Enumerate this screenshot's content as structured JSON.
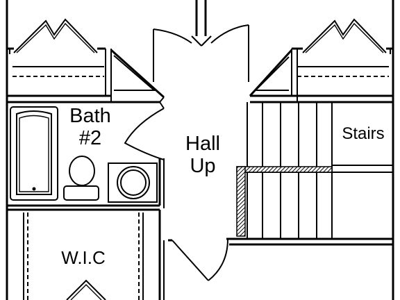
{
  "rooms": {
    "bath": {
      "line1": "Bath",
      "line2": "#2"
    },
    "hall": {
      "line1": "Hall",
      "line2": "Up"
    },
    "stairs": {
      "label": "Stairs"
    },
    "wic": {
      "label": "W.I.C"
    }
  },
  "colors": {
    "wall": "#000000",
    "background": "#ffffff",
    "hatch": "#000000"
  }
}
